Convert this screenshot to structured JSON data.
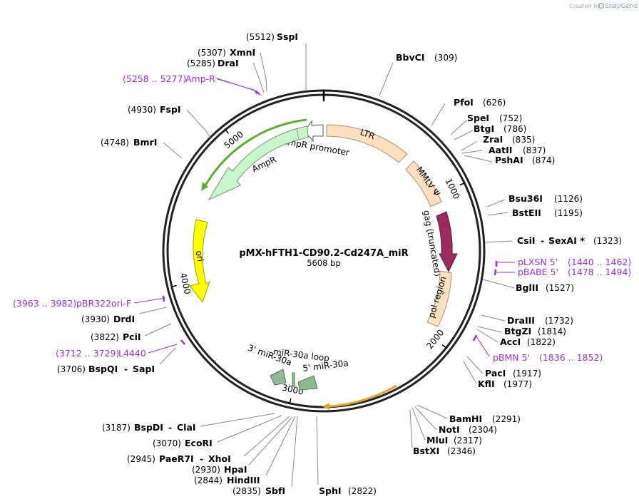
{
  "plasmid": {
    "name": "pMX-hFTH1-CD90.2-Cd247A_miR",
    "size_label": "5608 bp",
    "length": 5608
  },
  "credit": {
    "created_by": "Created by",
    "brand": "SnapGene"
  },
  "ticks": [
    {
      "pos": 0,
      "label": ""
    },
    {
      "pos": 1000,
      "label": "1000"
    },
    {
      "pos": 2000,
      "label": "2000"
    },
    {
      "pos": 3000,
      "label": "3000"
    },
    {
      "pos": 4000,
      "label": "4000"
    },
    {
      "pos": 5000,
      "label": "5000"
    }
  ],
  "sites": [
    {
      "parts": [
        "SspI"
      ],
      "pos": "(5512)"
    },
    {
      "parts": [
        "XmnI"
      ],
      "pos": "(5307)"
    },
    {
      "parts": [
        "DraI"
      ],
      "pos": "(5285)"
    },
    {
      "parts": [
        "FspI"
      ],
      "pos": "(4930)"
    },
    {
      "parts": [
        "BmrI"
      ],
      "pos": "(4748)"
    },
    {
      "parts": [
        "BbvCI"
      ],
      "pos": "(309)"
    },
    {
      "parts": [
        "PfoI"
      ],
      "pos": "(626)"
    },
    {
      "parts": [
        "SpeI"
      ],
      "pos": "(752)"
    },
    {
      "parts": [
        "BtgI"
      ],
      "pos": "(786)"
    },
    {
      "parts": [
        "ZraI"
      ],
      "pos": "(835)"
    },
    {
      "parts": [
        "AatII"
      ],
      "pos": "(837)"
    },
    {
      "parts": [
        "PshAI"
      ],
      "pos": "(874)"
    },
    {
      "parts": [
        "Bsu36I"
      ],
      "pos": "(1126)"
    },
    {
      "parts": [
        "BstEII"
      ],
      "pos": "(1195)"
    },
    {
      "parts": [
        "CsiI",
        "SexAI *"
      ],
      "pos": "(1323)"
    },
    {
      "parts": [
        "BglII"
      ],
      "pos": "(1527)"
    },
    {
      "parts": [
        "DraIII"
      ],
      "pos": "(1732)"
    },
    {
      "parts": [
        "BtgZI"
      ],
      "pos": "(1814)"
    },
    {
      "parts": [
        "AccI"
      ],
      "pos": "(1822)"
    },
    {
      "parts": [
        "PacI"
      ],
      "pos": "(1917)"
    },
    {
      "parts": [
        "KflI"
      ],
      "pos": "(1977)"
    },
    {
      "parts": [
        "BamHI"
      ],
      "pos": "(2291)"
    },
    {
      "parts": [
        "NotI"
      ],
      "pos": "(2304)"
    },
    {
      "parts": [
        "MluI"
      ],
      "pos": "(2317)"
    },
    {
      "parts": [
        "BstXI"
      ],
      "pos": "(2346)"
    },
    {
      "parts": [
        "SphI"
      ],
      "pos": "(2822)"
    },
    {
      "parts": [
        "SbfI"
      ],
      "pos": "(2835)"
    },
    {
      "parts": [
        "HindIII"
      ],
      "pos": "(2844)"
    },
    {
      "parts": [
        "HpaI"
      ],
      "pos": "(2930)"
    },
    {
      "parts": [
        "PaeR7I",
        "XhoI"
      ],
      "pos": "(2945)"
    },
    {
      "parts": [
        "EcoRI"
      ],
      "pos": "(3070)"
    },
    {
      "parts": [
        "BspDI",
        "ClaI"
      ],
      "pos": "(3187)"
    },
    {
      "parts": [
        "BspQI",
        "SapI"
      ],
      "pos": "(3706)"
    },
    {
      "parts": [
        "PciI"
      ],
      "pos": "(3822)"
    },
    {
      "parts": [
        "DrdI"
      ],
      "pos": "(3930)"
    }
  ],
  "primers": [
    {
      "name": "Amp-R",
      "range": "(5258 .. 5277)"
    },
    {
      "name": "pLXSN 5'",
      "range": "(1440 .. 1462)"
    },
    {
      "name": "pBABE 5'",
      "range": "(1478 .. 1494)"
    },
    {
      "name": "pBMN 5'",
      "range": "(1836 .. 1852)"
    },
    {
      "name": "pBR322ori-F",
      "range": "(3963 .. 3982)"
    },
    {
      "name": "L4440",
      "range": "(3712 .. 3729)"
    }
  ],
  "features": [
    {
      "name": "LTR",
      "color": "#fde0c0"
    },
    {
      "name": "MMLV Ψ",
      "color": "#fde0c0"
    },
    {
      "name": "gag (truncated)",
      "color": "#9b2a5d"
    },
    {
      "name": "pol region",
      "color": "#fde0c0"
    },
    {
      "name": "AmpR promoter",
      "color": "#ffffff"
    },
    {
      "name": "AmpR",
      "color": "#c9f7cc"
    },
    {
      "name": "ori",
      "color": "#ffff00"
    },
    {
      "name": "miR-30a loop",
      "color": "#8fb88f"
    },
    {
      "name": "3' miR-30a",
      "color": "#8fb88f"
    },
    {
      "name": "5' miR-30a",
      "color": "#8fb88f"
    }
  ]
}
